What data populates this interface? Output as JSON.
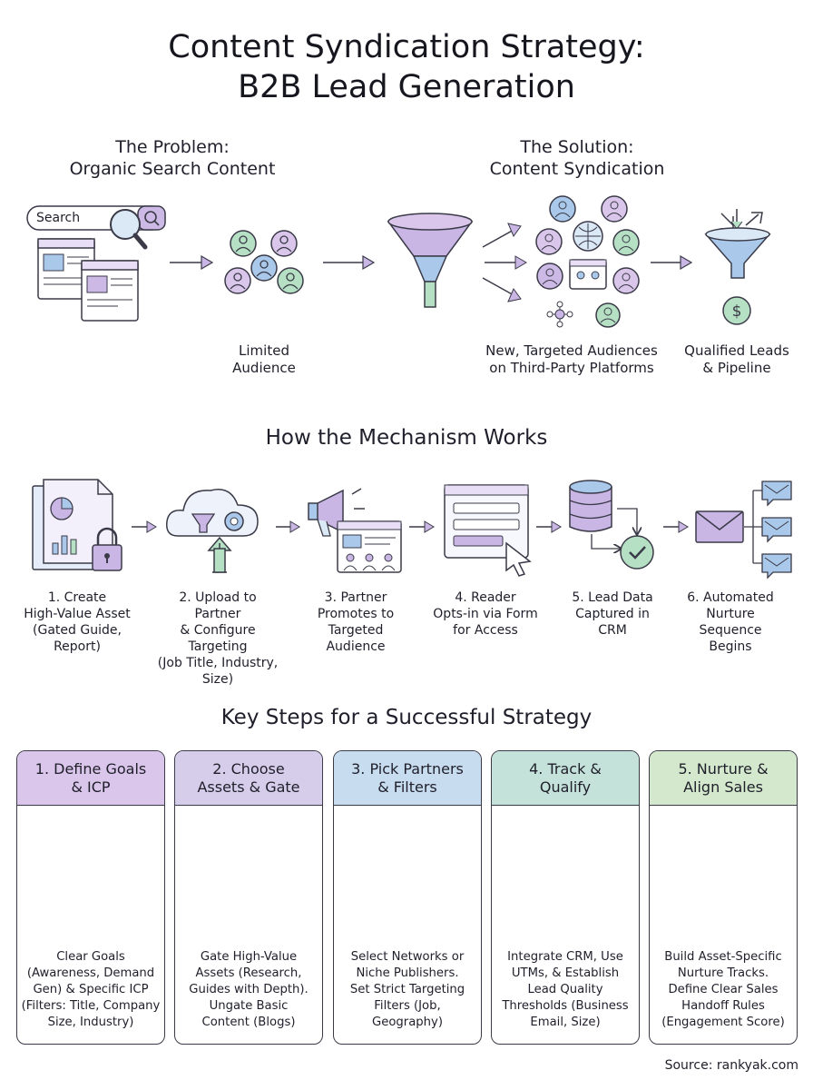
{
  "title_line1": "Content Syndication Strategy:",
  "title_line2": "B2B Lead Generation",
  "problem": {
    "heading1": "The Problem:",
    "heading2": "Organic Search Content",
    "search_label": "Search",
    "audience_label1": "Limited",
    "audience_label2": "Audience"
  },
  "solution": {
    "heading1": "The Solution:",
    "heading2": "Content Syndication",
    "audience_label1": "New, Targeted Audiences",
    "audience_label2": "on Third-Party Platforms",
    "leads_label1": "Qualified Leads",
    "leads_label2": "& Pipeline"
  },
  "mechanism": {
    "heading": "How the Mechanism Works",
    "steps": [
      {
        "lines": [
          "1. Create",
          "High-Value Asset",
          "(Gated Guide,",
          "Report)"
        ]
      },
      {
        "lines": [
          "2. Upload to Partner",
          "& Configure",
          "Targeting",
          "(Job Title, Industry,",
          "Size)"
        ]
      },
      {
        "lines": [
          "3. Partner",
          "Promotes to",
          "Targeted",
          "Audience"
        ]
      },
      {
        "lines": [
          "4. Reader",
          "Opts-in via Form",
          "for Access"
        ]
      },
      {
        "lines": [
          "5. Lead Data",
          "Captured in",
          "CRM"
        ]
      },
      {
        "lines": [
          "6. Automated",
          "Nurture",
          "Sequence",
          "Begins"
        ]
      }
    ]
  },
  "key_steps": {
    "heading": "Key Steps for a Successful Strategy",
    "cards": [
      {
        "title1": "1. Define Goals",
        "title2": "& ICP",
        "color": "#d9c6ea",
        "text": [
          "Clear Goals",
          "(Awareness, Demand",
          "Gen) & Specific ICP",
          "(Filters: Title, Company",
          "Size, Industry)"
        ]
      },
      {
        "title1": "2. Choose",
        "title2": "Assets & Gate",
        "color": "#d6cdea",
        "text": [
          "Gate High-Value",
          "Assets (Research,",
          "Guides with Depth).",
          "Ungate Basic",
          "Content (Blogs)"
        ]
      },
      {
        "title1": "3. Pick Partners",
        "title2": "& Filters",
        "color": "#c8dcef",
        "text": [
          "Select Networks or",
          "Niche Publishers.",
          "Set Strict Targeting",
          "Filters (Job,",
          "Geography)"
        ]
      },
      {
        "title1": "4. Track &",
        "title2": "Qualify",
        "color": "#c4e2d9",
        "text": [
          "Integrate CRM, Use",
          "UTMs, & Establish",
          "Lead Quality",
          "Thresholds (Business",
          "Email, Size)"
        ]
      },
      {
        "title1": "5. Nurture &",
        "title2": "Align Sales",
        "color": "#d3e8cc",
        "text": [
          "Build Asset-Specific",
          "Nurture Tracks.",
          "Define Clear Sales",
          "Handoff Rules",
          "(Engagement Score)"
        ]
      }
    ]
  },
  "source": "Source: rankyak.com",
  "colors": {
    "purple": "#c9b6e4",
    "blue": "#a9c8ea",
    "green": "#b6e0c4",
    "teal": "#8fd0c0",
    "ink": "#3a3a48"
  }
}
